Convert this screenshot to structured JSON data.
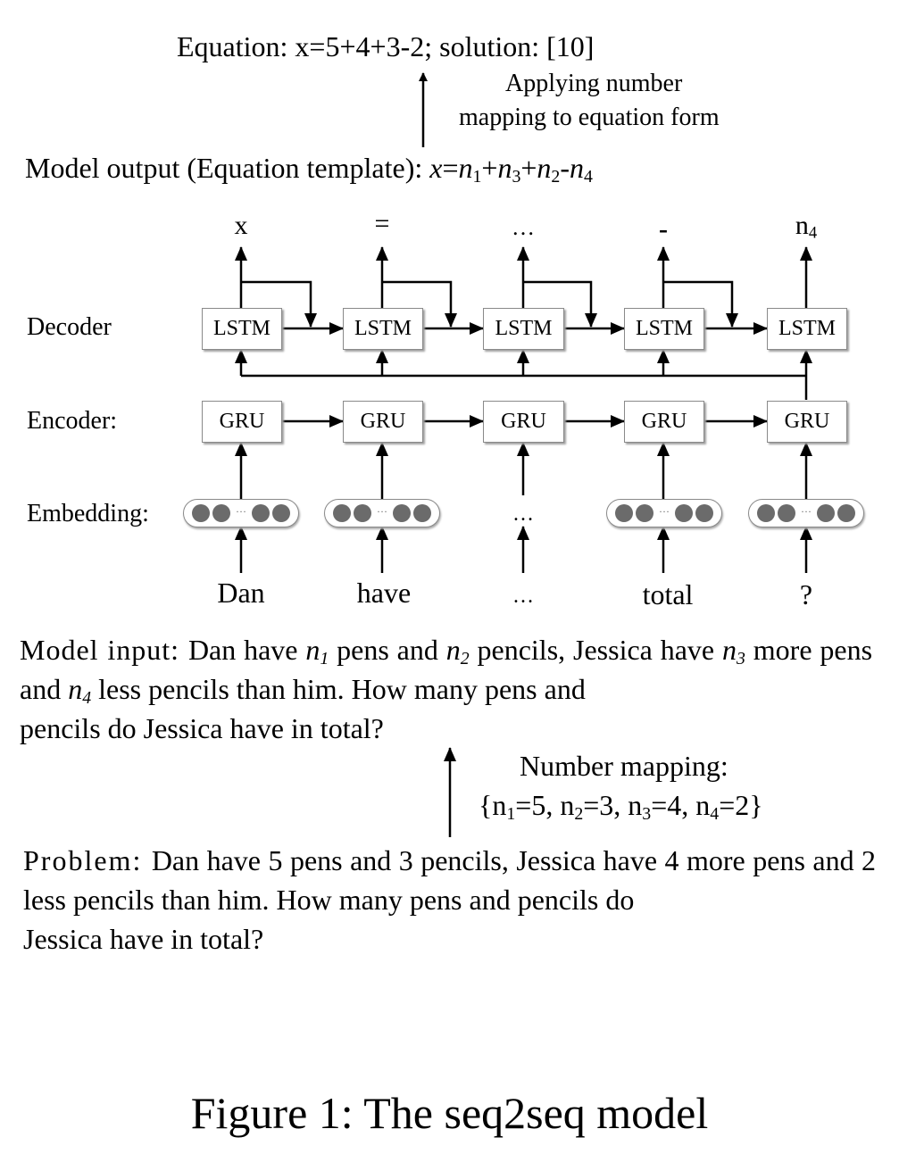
{
  "equation_line": "Equation: x=5+4+3-2; solution: [10]",
  "mapping_note": {
    "line1": "Applying number",
    "line2": "mapping to equation form"
  },
  "model_output": {
    "label": "Model output (Equation template): ",
    "x": "x",
    "eq": "=",
    "n": "n",
    "plus": "+",
    "minus": "-",
    "subs": [
      "1",
      "3",
      "2",
      "4"
    ]
  },
  "outputs": [
    "x",
    "=",
    "…",
    "-",
    "n"
  ],
  "output_n4_sub": "4",
  "row_labels": {
    "decoder": "Decoder",
    "encoder": "Encoder:",
    "embedding": "Embedding:"
  },
  "decoder_cell": "LSTM",
  "encoder_cell": "GRU",
  "inputs": [
    "Dan",
    "have",
    "…",
    "total",
    "?"
  ],
  "embedding_dots": "···",
  "model_input": {
    "label": "Model input: ",
    "p1": "Dan have ",
    "p2": " pens and ",
    "p3": " pencils, Jessica have ",
    "p4": "more pens and ",
    "p5": " less pencils than him. How many pens and",
    "p6": "pencils do Jessica have in total?",
    "n": "n",
    "subs": [
      "1",
      "2",
      "3",
      "4"
    ]
  },
  "number_mapping": {
    "title": "Number mapping:",
    "open": "{",
    "close": "}",
    "n": "n",
    "items": [
      "=5, ",
      "=3, ",
      "=4, ",
      "=2"
    ],
    "subs": [
      "1",
      "2",
      "3",
      "4"
    ]
  },
  "problem": {
    "label": "Problem: ",
    "l1": "Dan have 5 pens and 3 pencils, Jessica have 4 more",
    "l2": "pens and 2 less pencils than him. How many pens and pencils do",
    "l3": "Jessica have in total?"
  },
  "caption": "Figure 1: The seq2seq model"
}
